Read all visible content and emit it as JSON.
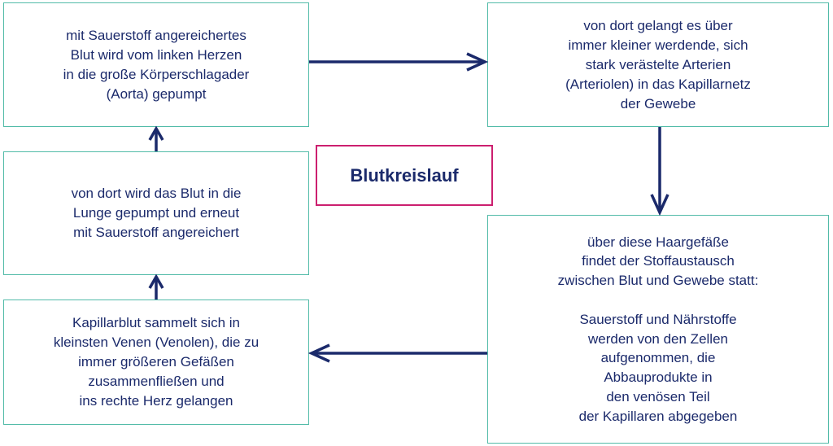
{
  "title": "Blutkreislauf",
  "boxes": {
    "top_left": "mit Sauerstoff angereichertes\nBlut wird vom linken Herzen\nin die große Körperschlagader\n(Aorta) gepumpt",
    "top_right": "von dort gelangt es über\nimmer kleiner werdende, sich\nstark verästelte Arterien\n(Arteriolen) in das Kapillarnetz\nder Gewebe",
    "bottom_right": "über diese Haargefäße\nfindet der Stoffaustausch\nzwischen Blut und Gewebe statt:\n\nSauerstoff und Nährstoffe\nwerden von den Zellen\naufgenommen, die\nAbbauprodukte in\nden venösen Teil\nder Kapillaren abgegeben",
    "bottom_left": "Kapillarblut sammelt sich in\nkleinsten Venen (Venolen), die zu\nimmer größeren Gefäßen\nzusammenfließen und\nins rechte Herz gelangen",
    "middle_left": "von dort wird das Blut in die\nLunge gepumpt und erneut\nmit Sauerstoff angereichert"
  },
  "colors": {
    "text": "#1b2a6b",
    "box_border": "#52bba8",
    "title_border": "#cc1f6f",
    "arrow": "#1b2a6b"
  }
}
